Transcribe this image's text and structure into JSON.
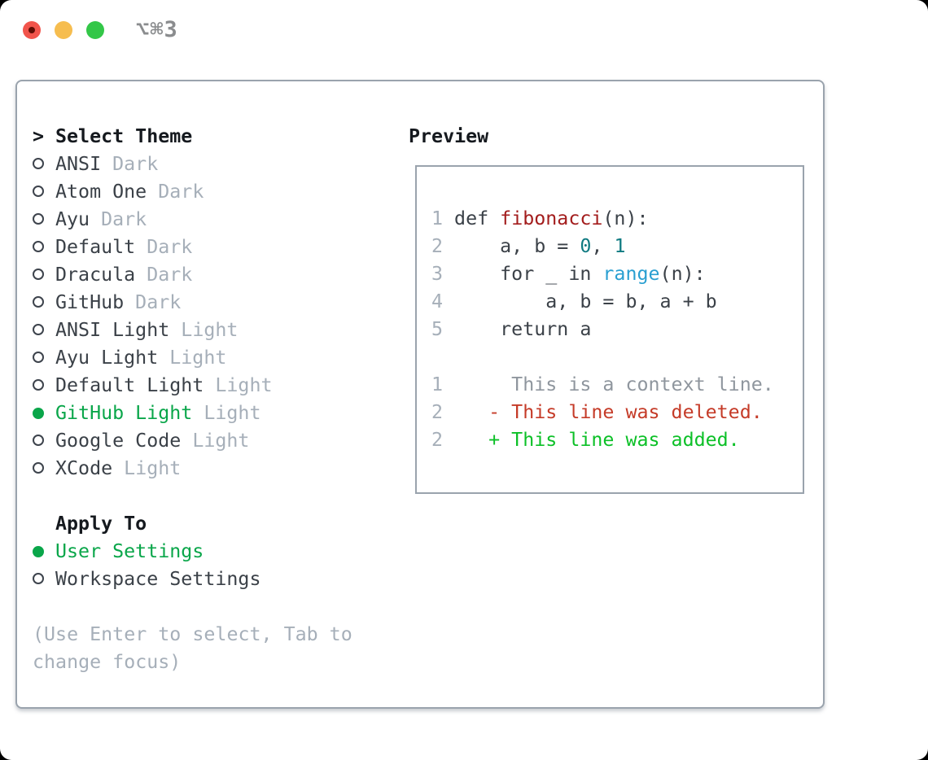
{
  "titlebar": {
    "shortcut_label": "⌥⌘3"
  },
  "theme_selector": {
    "header_marker": ">",
    "header": "Select Theme",
    "items": [
      {
        "name": "ANSI",
        "variant": "Dark",
        "selected": false
      },
      {
        "name": "Atom One",
        "variant": "Dark",
        "selected": false
      },
      {
        "name": "Ayu",
        "variant": "Dark",
        "selected": false
      },
      {
        "name": "Default",
        "variant": "Dark",
        "selected": false
      },
      {
        "name": "Dracula",
        "variant": "Dark",
        "selected": false
      },
      {
        "name": "GitHub",
        "variant": "Dark",
        "selected": false
      },
      {
        "name": "ANSI Light",
        "variant": "Light",
        "selected": false
      },
      {
        "name": "Ayu Light",
        "variant": "Light",
        "selected": false
      },
      {
        "name": "Default Light",
        "variant": "Light",
        "selected": false
      },
      {
        "name": "GitHub Light",
        "variant": "Light",
        "selected": true
      },
      {
        "name": "Google Code",
        "variant": "Light",
        "selected": false
      },
      {
        "name": "XCode",
        "variant": "Light",
        "selected": false
      }
    ]
  },
  "apply_to": {
    "header": "Apply To",
    "options": [
      {
        "label": "User Settings",
        "selected": true
      },
      {
        "label": "Workspace Settings",
        "selected": false
      }
    ]
  },
  "hint": "(Use Enter to select, Tab to change focus)",
  "preview": {
    "header": "Preview",
    "lines": [
      {
        "no": "1",
        "tokens": [
          {
            "t": " def ",
            "c": "plain"
          },
          {
            "t": "fibonacci",
            "c": "func"
          },
          {
            "t": "(n):",
            "c": "plain"
          }
        ]
      },
      {
        "no": "2",
        "tokens": [
          {
            "t": "     a, b = ",
            "c": "plain"
          },
          {
            "t": "0",
            "c": "num"
          },
          {
            "t": ", ",
            "c": "plain"
          },
          {
            "t": "1",
            "c": "num"
          }
        ]
      },
      {
        "no": "3",
        "tokens": [
          {
            "t": "     for _ in ",
            "c": "plain"
          },
          {
            "t": "range",
            "c": "builtin"
          },
          {
            "t": "(n):",
            "c": "plain"
          }
        ]
      },
      {
        "no": "4",
        "tokens": [
          {
            "t": "         a, b = b, a + b",
            "c": "plain"
          }
        ]
      },
      {
        "no": "5",
        "tokens": [
          {
            "t": "     return a",
            "c": "plain"
          }
        ]
      },
      {
        "no": "",
        "tokens": []
      },
      {
        "no": "1",
        "tokens": [
          {
            "t": "      This is a context line.",
            "c": "ctx"
          }
        ]
      },
      {
        "no": "2",
        "tokens": [
          {
            "t": "    - This line was deleted.",
            "c": "del"
          }
        ]
      },
      {
        "no": "2",
        "tokens": [
          {
            "t": "    + This line was added.",
            "c": "add"
          }
        ]
      }
    ]
  },
  "colors": {
    "heading": "#15191e",
    "plain": "#3b4148",
    "muted": "#a6afb9",
    "lineno_gray": "#a6afb9",
    "marker_ring": "#3d434c",
    "accent_green": "#0aa64a",
    "func_red": "#a31d1d",
    "number_teal": "#0f7a81",
    "builtin_blue": "#299fd1",
    "context_gray": "#8f969e",
    "deleted_red": "#c53b28",
    "added_green": "#0cc027",
    "border_gray": "#9aa3ad",
    "traffic_red": "#f1544b",
    "traffic_red_dot": "#5f0d04",
    "traffic_yellow": "#f6bd4f",
    "traffic_green": "#33c748",
    "title_gray": "#8a8c8e"
  }
}
